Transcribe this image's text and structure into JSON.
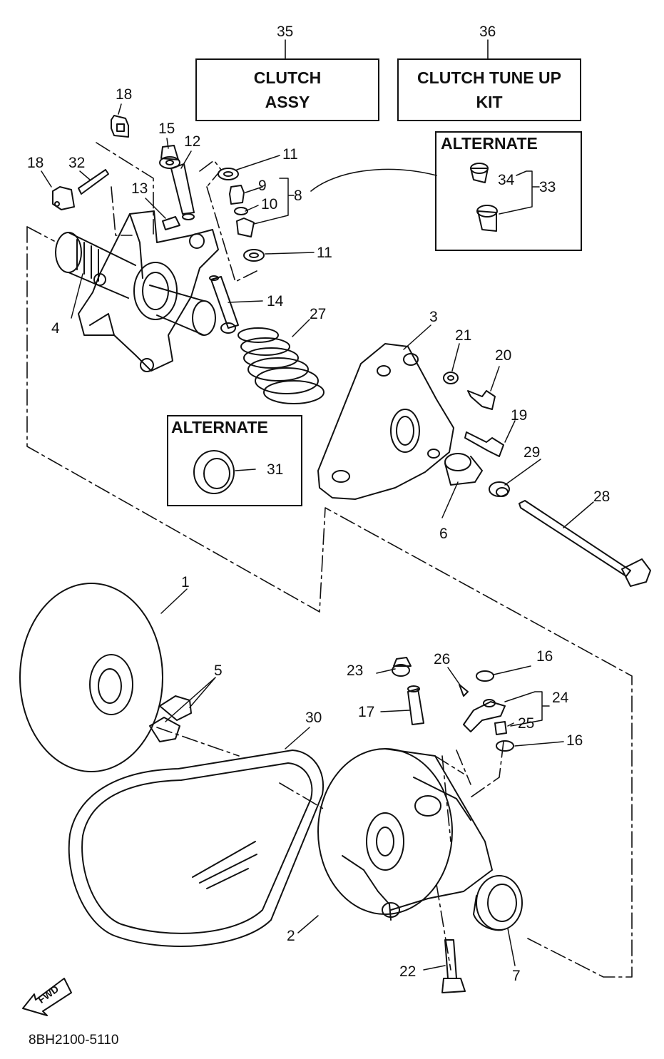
{
  "boxes": {
    "clutch_assy": {
      "line1": "CLUTCH",
      "line2": "ASSY",
      "number": "35"
    },
    "clutch_tune_up_kit": {
      "line1": "CLUTCH TUNE UP",
      "line2": "KIT",
      "number": "36"
    }
  },
  "alternates": {
    "upper": {
      "title": "ALTERNATE"
    },
    "lower": {
      "title": "ALTERNATE"
    }
  },
  "callouts": {
    "n1": "1",
    "n2": "2",
    "n3": "3",
    "n4": "4",
    "n5": "5",
    "n6": "6",
    "n7": "7",
    "n8": "8",
    "n9": "9",
    "n10": "10",
    "n11a": "11",
    "n11b": "11",
    "n12": "12",
    "n13": "13",
    "n14": "14",
    "n15": "15",
    "n16a": "16",
    "n16b": "16",
    "n17": "17",
    "n18a": "18",
    "n18b": "18",
    "n19": "19",
    "n20": "20",
    "n21": "21",
    "n22": "22",
    "n23": "23",
    "n24": "24",
    "n25": "25",
    "n26": "26",
    "n27": "27",
    "n28": "28",
    "n29": "29",
    "n30": "30",
    "n31": "31",
    "n32": "32",
    "n33": "33",
    "n34": "34"
  },
  "fwd_label": "FWD",
  "reference_code": "8BH2100-5110"
}
